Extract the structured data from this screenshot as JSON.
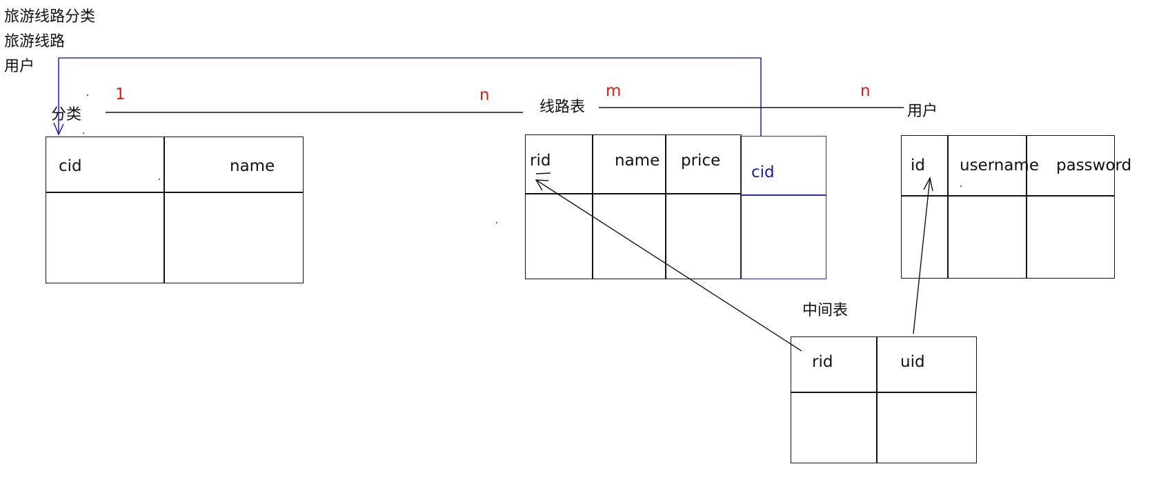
{
  "notes": {
    "line1": "旅游线路分类",
    "line2": "旅游线路",
    "line3": "用户"
  },
  "labels": {
    "category": "分类",
    "route_table": "线路表",
    "user": "用户",
    "middle_table": "中间表"
  },
  "cardinality": {
    "cat_one": "1",
    "route_n": "n",
    "route_m": "m",
    "user_n": "n"
  },
  "tables": {
    "category": {
      "fields": [
        "cid",
        "name"
      ]
    },
    "route": {
      "fields": [
        "rid",
        "name",
        "price",
        "cid"
      ]
    },
    "user": {
      "fields": [
        "id",
        "username",
        "password"
      ]
    },
    "middle": {
      "fields": [
        "rid",
        "uid"
      ]
    }
  },
  "colors": {
    "ink": "#111111",
    "fk_blue": "#2a2ab5",
    "cardinality_red": "#e01a0e"
  }
}
